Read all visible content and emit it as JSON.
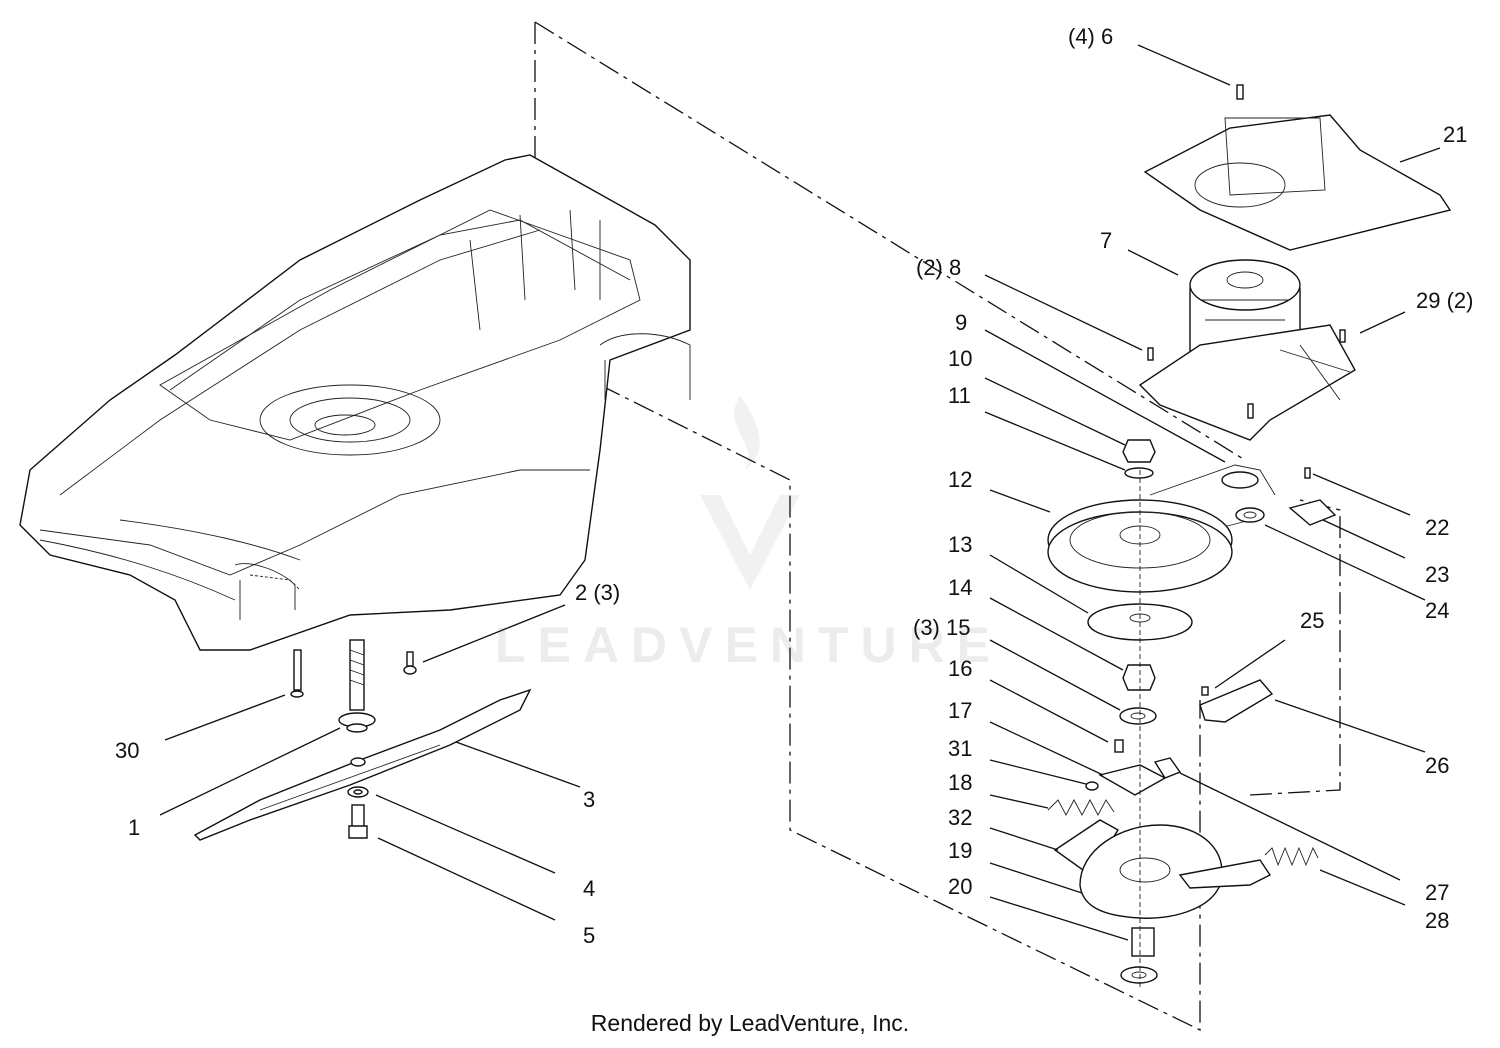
{
  "watermark": {
    "text": "LEADVENTURE"
  },
  "footer": {
    "credit": "Rendered by LeadVenture, Inc."
  },
  "callouts": [
    {
      "id": "c6",
      "label": "(4)  6"
    },
    {
      "id": "c21",
      "label": "21"
    },
    {
      "id": "c7",
      "label": "7"
    },
    {
      "id": "c8",
      "label": "(2) 8"
    },
    {
      "id": "c29",
      "label": "29 (2)"
    },
    {
      "id": "c9",
      "label": "9"
    },
    {
      "id": "c10",
      "label": "10"
    },
    {
      "id": "c11",
      "label": "11"
    },
    {
      "id": "c12",
      "label": "12"
    },
    {
      "id": "c22",
      "label": "22"
    },
    {
      "id": "c23",
      "label": "23"
    },
    {
      "id": "c13",
      "label": "13"
    },
    {
      "id": "c24",
      "label": "24"
    },
    {
      "id": "c14",
      "label": "14"
    },
    {
      "id": "c15",
      "label": "(3) 15"
    },
    {
      "id": "c25",
      "label": "25"
    },
    {
      "id": "c16",
      "label": "16"
    },
    {
      "id": "c26",
      "label": "26"
    },
    {
      "id": "c17",
      "label": "17"
    },
    {
      "id": "c31",
      "label": "31"
    },
    {
      "id": "c18",
      "label": "18"
    },
    {
      "id": "c32",
      "label": "32"
    },
    {
      "id": "c27",
      "label": "27"
    },
    {
      "id": "c19",
      "label": "19"
    },
    {
      "id": "c28",
      "label": "28"
    },
    {
      "id": "c20",
      "label": "20"
    },
    {
      "id": "c2",
      "label": "2  (3)"
    },
    {
      "id": "c30",
      "label": "30"
    },
    {
      "id": "c3",
      "label": "3"
    },
    {
      "id": "c1",
      "label": "1"
    },
    {
      "id": "c4",
      "label": "4"
    },
    {
      "id": "c5",
      "label": "5"
    }
  ]
}
